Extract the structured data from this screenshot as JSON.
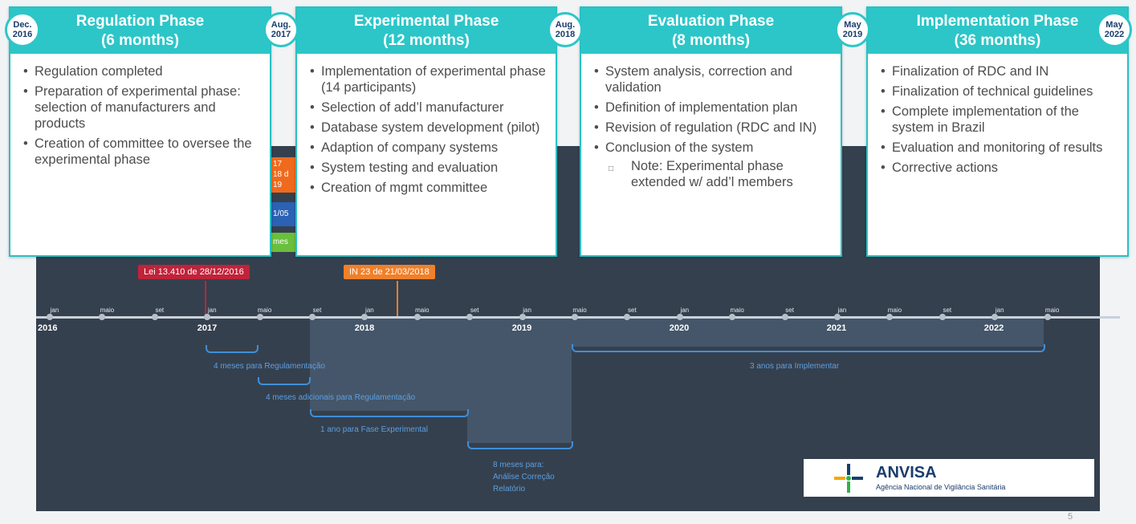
{
  "phases": [
    {
      "title": "Regulation Phase",
      "duration": "(6 months)",
      "items": [
        "Regulation completed",
        "Preparation of experimental phase: selection of manufacturers and products",
        "Creation of committee to oversee the experimental phase"
      ],
      "note": ""
    },
    {
      "title": "Experimental Phase",
      "duration": "(12 months)",
      "items": [
        "Implementation of experimental phase (14 participants)",
        "Selection of add’l manufacturer",
        "Database system development (pilot)",
        "Adaption of company systems",
        "System testing and evaluation",
        "Creation of mgmt committee"
      ],
      "note": ""
    },
    {
      "title": "Evaluation Phase",
      "duration": "(8 months)",
      "items": [
        "System analysis, correction and validation",
        "Definition of implementation plan",
        "Revision of regulation (RDC and IN)",
        "Conclusion of the system"
      ],
      "note": "Note: Experimental phase extended w/ add’l members"
    },
    {
      "title": "Implementation Phase",
      "duration": "(36 months)",
      "items": [
        "Finalization of RDC and IN",
        "Finalization of technical guidelines",
        "Complete implementation of the system in Brazil",
        "Evaluation and monitoring of results",
        "Corrective actions"
      ],
      "note": ""
    }
  ],
  "date_badges": [
    {
      "l1": "Dec.",
      "l2": "2016"
    },
    {
      "l1": "Aug.",
      "l2": "2017"
    },
    {
      "l1": "Aug.",
      "l2": "2018"
    },
    {
      "l1": "May",
      "l2": "2019"
    },
    {
      "l1": "May",
      "l2": "2022"
    }
  ],
  "timeline": {
    "months": [
      "jan",
      "maio",
      "set",
      "jan",
      "maio",
      "set",
      "jan",
      "maio",
      "set",
      "jan",
      "maio",
      "set",
      "jan",
      "maio",
      "set",
      "jan",
      "maio",
      "set",
      "jan",
      "maio"
    ],
    "years": [
      "2016",
      "2017",
      "2018",
      "2019",
      "2020",
      "2021",
      "2022"
    ],
    "markers": [
      {
        "label": "Lei 13.410 de 28/12/2016",
        "color": "#c0233a"
      },
      {
        "label": "IN 23 de 21/03/2018",
        "color": "#f0802a"
      }
    ],
    "spans": [
      {
        "label": "4 meses para Regulamentação"
      },
      {
        "label": "4 meses adicionais para Regulamentação"
      },
      {
        "label": "1 ano para Fase Experimental"
      },
      {
        "label": "8 meses para: Análise Correção Relatório"
      },
      {
        "label": "3 anos para Implementar"
      }
    ],
    "snippets": [
      {
        "lines": [
          "17",
          "18 d",
          "19"
        ],
        "color": "#f06a1e"
      },
      {
        "lines": [
          "1/05"
        ],
        "color": "#2b62b4"
      },
      {
        "lines": [
          "mes"
        ],
        "color": "#6abf3d"
      }
    ]
  },
  "logo": {
    "name": "ANVISA",
    "subtitle": "Agência Nacional de Vigilância Sanitária",
    "brand_colors": [
      "#1a3d6d",
      "#f2a900",
      "#2cb34a"
    ]
  },
  "page_number": "5",
  "colors": {
    "header": "#2cc6c8",
    "panel": "#35404e",
    "brace": "#3f8fd8"
  }
}
